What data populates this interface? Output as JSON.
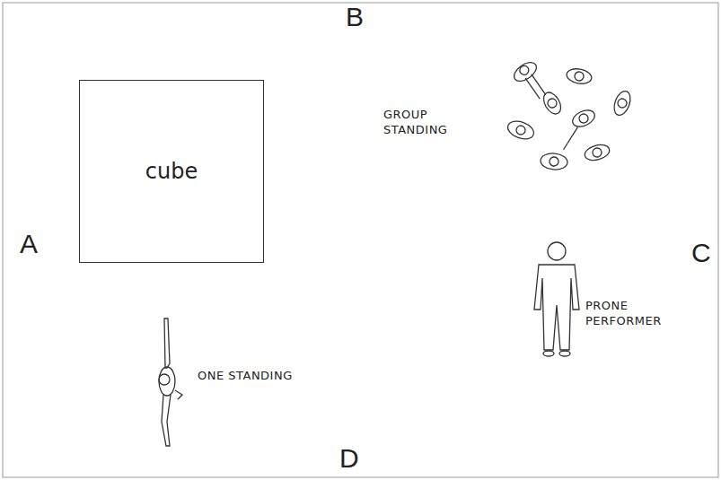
{
  "diagram": {
    "nodes": [
      {
        "text": [
          "cube"
        ]
      }
    ],
    "labels": [
      "B",
      "GROUP STANDING",
      "A",
      "C",
      "PRONE PERFORMER",
      "ONE STANDING",
      "D"
    ]
  }
}
